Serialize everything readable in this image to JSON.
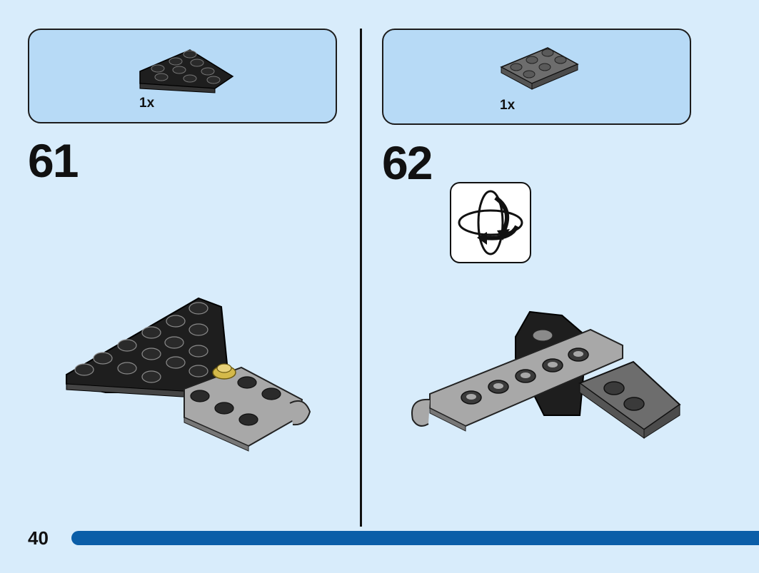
{
  "steps": [
    {
      "number": "61",
      "parts": [
        {
          "quantity": "1x",
          "part_icon": "black-wedge-plate-icon"
        }
      ]
    },
    {
      "number": "62",
      "parts": [
        {
          "quantity": "1x",
          "part_icon": "dark-grey-plate-2x3-icon"
        }
      ],
      "callout_icon": "rotate-model-icon"
    }
  ],
  "page": {
    "number": "40"
  },
  "colors": {
    "background": "#d8ecfb",
    "parts_box": "#b7daf6",
    "progress_bar": "#0b5ea8",
    "brick_black": "#1e1e1e",
    "brick_light_grey": "#a8a8a8",
    "brick_dark_grey": "#6d6d6d",
    "brick_gold": "#d4b94a"
  }
}
